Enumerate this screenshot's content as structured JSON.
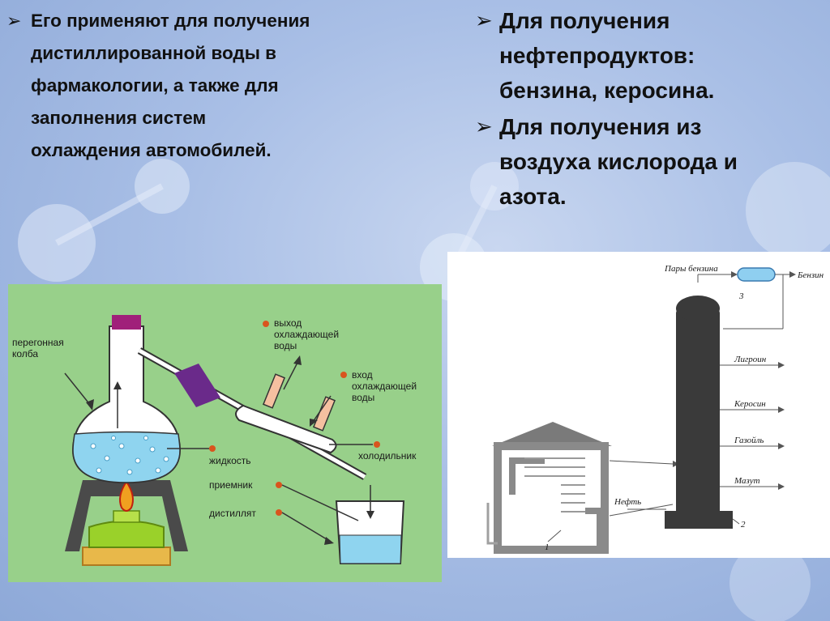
{
  "left_text": {
    "bullets": [
      "Его применяют для получения\nдистиллированной воды в\nфармакологии, а также для\nзаполнения систем\nохлаждения автомобилей."
    ]
  },
  "right_text": {
    "bullets": [
      "Для получения\nнефтепродуктов:\nбензина, керосина.",
      "Для получения из\nвоздуха кислорода и\nазота."
    ]
  },
  "distillation": {
    "labels": {
      "flask": "перегонная\nколба",
      "water_out": "выход\nохлаждающей\nводы",
      "water_in": "вход\nохлаждающей\nводы",
      "liquid": "жидкость",
      "condenser": "холодильник",
      "receiver": "приемник",
      "distillate": "дистиллят"
    },
    "colors": {
      "background": "#98d08a",
      "label_dot": "#d9541e"
    }
  },
  "oil": {
    "labels": {
      "vapors": "Пары бензина",
      "petrol": "Бензин",
      "ligroin": "Лигроин",
      "kerosene": "Керосин",
      "gasoil": "Газойль",
      "mazut": "Мазут",
      "oil": "Нефть",
      "n1": "1",
      "n2": "2",
      "n3": "3"
    }
  },
  "icons": {
    "bullet": "arrow-bullet-icon"
  }
}
